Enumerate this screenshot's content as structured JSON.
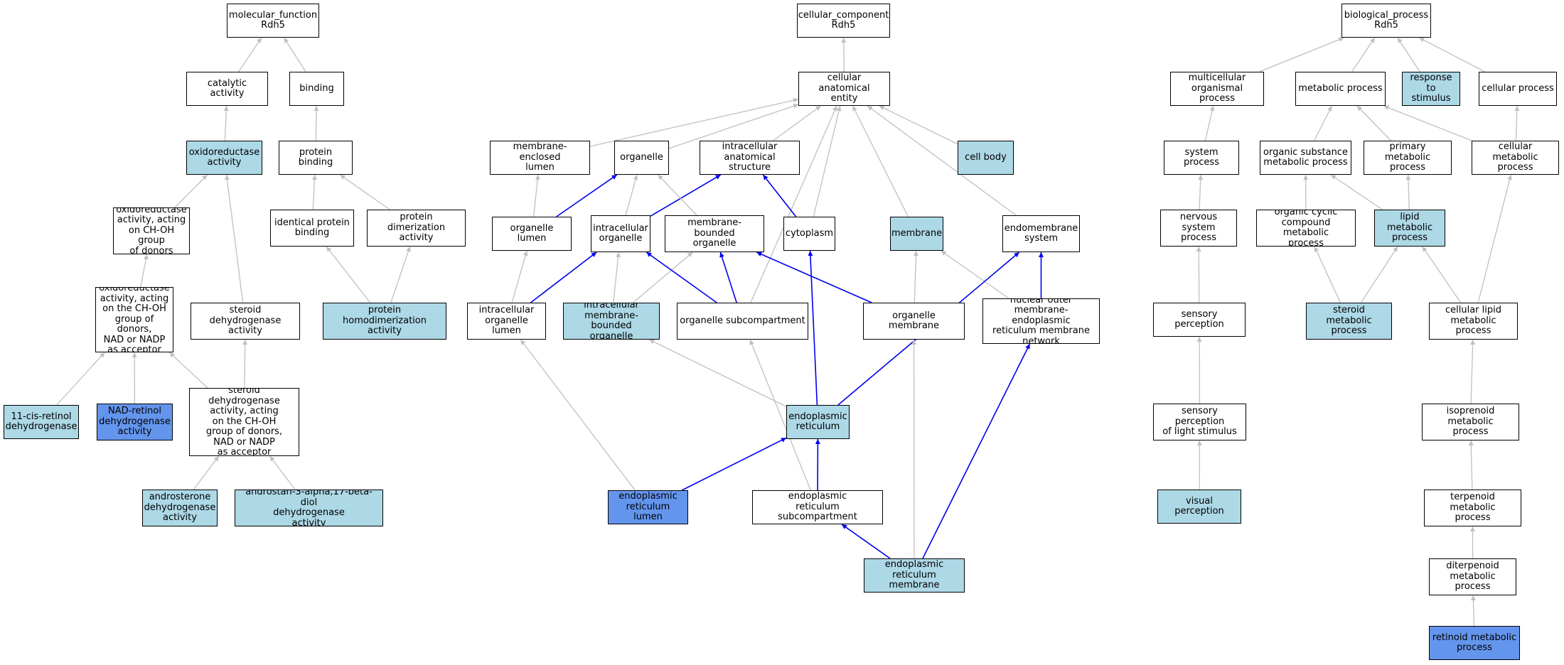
{
  "colors": {
    "node_default": "#ffffff",
    "node_light": "#add8e6",
    "node_dark": "#6495ed",
    "edge_is_a": "#c0c0c0",
    "edge_part_of": "#0000ee"
  },
  "nodes": {
    "mf_root": {
      "label": "molecular_function\nRdh5",
      "fill": "white"
    },
    "catalytic": {
      "label": "catalytic activity",
      "fill": "white"
    },
    "binding": {
      "label": "binding",
      "fill": "white"
    },
    "oxidoreductase": {
      "label": "oxidoreductase\nactivity",
      "fill": "light"
    },
    "protein_binding": {
      "label": "protein binding",
      "fill": "white"
    },
    "ox_chOH": {
      "label": "oxidoreductase\nactivity, acting\non CH-OH group\nof donors",
      "fill": "white"
    },
    "identical_pb": {
      "label": "identical protein\nbinding",
      "fill": "white"
    },
    "prot_dimer": {
      "label": "protein dimerization\nactivity",
      "fill": "white"
    },
    "ox_nad": {
      "label": "oxidoreductase\nactivity, acting\non the CH-OH\ngroup of donors,\nNAD or NADP\nas acceptor",
      "fill": "white"
    },
    "steroid_dh": {
      "label": "steroid dehydrogenase\nactivity",
      "fill": "white"
    },
    "prot_homodimer": {
      "label": "protein homodimerization\nactivity",
      "fill": "light"
    },
    "cis_retinol": {
      "label": "11-cis-retinol\ndehydrogenase",
      "fill": "light"
    },
    "nad_retinol": {
      "label": "NAD-retinol\ndehydrogenase\nactivity",
      "fill": "dark"
    },
    "steroid_dh_nad": {
      "label": "steroid dehydrogenase\nactivity, acting\non the CH-OH\ngroup of donors,\nNAD or NADP\nas acceptor",
      "fill": "white"
    },
    "androsterone": {
      "label": "androsterone\ndehydrogenase\nactivity",
      "fill": "light"
    },
    "androstan": {
      "label": "androstan-3-alpha,17-beta-diol\ndehydrogenase\nactivity",
      "fill": "light"
    },
    "cc_root": {
      "label": "cellular_component\nRdh5",
      "fill": "white"
    },
    "cae": {
      "label": "cellular anatomical\nentity",
      "fill": "white"
    },
    "mem_encl_lumen": {
      "label": "membrane-enclosed\nlumen",
      "fill": "white"
    },
    "organelle": {
      "label": "organelle",
      "fill": "white"
    },
    "ias": {
      "label": "intracellular\nanatomical structure",
      "fill": "white"
    },
    "cell_body": {
      "label": "cell body",
      "fill": "light"
    },
    "organelle_lumen": {
      "label": "organelle lumen",
      "fill": "white"
    },
    "ic_organelle": {
      "label": "intracellular\norganelle",
      "fill": "white"
    },
    "mb_organelle": {
      "label": "membrane-bounded\norganelle",
      "fill": "white"
    },
    "cytoplasm": {
      "label": "cytoplasm",
      "fill": "white"
    },
    "membrane": {
      "label": "membrane",
      "fill": "light"
    },
    "endomembrane": {
      "label": "endomembrane\nsystem",
      "fill": "white"
    },
    "ic_org_lumen": {
      "label": "intracellular\norganelle lumen",
      "fill": "white"
    },
    "ic_mb_org": {
      "label": "intracellular\nmembrane-bounded\norganelle",
      "fill": "light"
    },
    "org_subcomp": {
      "label": "organelle subcompartment",
      "fill": "white"
    },
    "org_membrane": {
      "label": "organelle membrane",
      "fill": "white"
    },
    "nuc_outer": {
      "label": "nuclear outer\nmembrane-endoplasmic\nreticulum membrane\nnetwork",
      "fill": "white"
    },
    "er": {
      "label": "endoplasmic\nreticulum",
      "fill": "light"
    },
    "er_lumen": {
      "label": "endoplasmic\nreticulum lumen",
      "fill": "dark"
    },
    "er_subcomp": {
      "label": "endoplasmic\nreticulum subcompartment",
      "fill": "white"
    },
    "er_membrane": {
      "label": "endoplasmic\nreticulum membrane",
      "fill": "light"
    },
    "bp_root": {
      "label": "biological_process\nRdh5",
      "fill": "white"
    },
    "multicell": {
      "label": "multicellular\norganismal process",
      "fill": "white"
    },
    "metabolic": {
      "label": "metabolic process",
      "fill": "white"
    },
    "response": {
      "label": "response to\nstimulus",
      "fill": "light"
    },
    "cellular_proc": {
      "label": "cellular process",
      "fill": "white"
    },
    "system_proc": {
      "label": "system process",
      "fill": "white"
    },
    "org_subst": {
      "label": "organic substance\nmetabolic process",
      "fill": "white"
    },
    "primary_met": {
      "label": "primary metabolic\nprocess",
      "fill": "white"
    },
    "cell_met": {
      "label": "cellular metabolic\nprocess",
      "fill": "white"
    },
    "nervous": {
      "label": "nervous system\nprocess",
      "fill": "white"
    },
    "org_cyclic": {
      "label": "organic cyclic\ncompound metabolic\nprocess",
      "fill": "white"
    },
    "lipid_met": {
      "label": "lipid metabolic\nprocess",
      "fill": "light"
    },
    "sensory": {
      "label": "sensory perception",
      "fill": "white"
    },
    "steroid_met": {
      "label": "steroid metabolic\nprocess",
      "fill": "light"
    },
    "cell_lipid": {
      "label": "cellular lipid\nmetabolic process",
      "fill": "white"
    },
    "sens_light": {
      "label": "sensory perception\nof light stimulus",
      "fill": "white"
    },
    "isoprenoid": {
      "label": "isoprenoid metabolic\nprocess",
      "fill": "white"
    },
    "visual": {
      "label": "visual perception",
      "fill": "light"
    },
    "terpenoid": {
      "label": "terpenoid metabolic\nprocess",
      "fill": "white"
    },
    "diterpenoid": {
      "label": "diterpenoid\nmetabolic process",
      "fill": "white"
    },
    "retinoid": {
      "label": "retinoid metabolic\nprocess",
      "fill": "dark"
    }
  },
  "edges": [
    [
      "catalytic",
      "mf_root",
      "is_a"
    ],
    [
      "binding",
      "mf_root",
      "is_a"
    ],
    [
      "oxidoreductase",
      "catalytic",
      "is_a"
    ],
    [
      "protein_binding",
      "binding",
      "is_a"
    ],
    [
      "ox_chOH",
      "oxidoreductase",
      "is_a"
    ],
    [
      "steroid_dh",
      "oxidoreductase",
      "is_a"
    ],
    [
      "identical_pb",
      "protein_binding",
      "is_a"
    ],
    [
      "prot_dimer",
      "protein_binding",
      "is_a"
    ],
    [
      "ox_nad",
      "ox_chOH",
      "is_a"
    ],
    [
      "prot_homodimer",
      "identical_pb",
      "is_a"
    ],
    [
      "prot_homodimer",
      "prot_dimer",
      "is_a"
    ],
    [
      "cis_retinol",
      "ox_nad",
      "is_a"
    ],
    [
      "nad_retinol",
      "ox_nad",
      "is_a"
    ],
    [
      "steroid_dh_nad",
      "ox_nad",
      "is_a"
    ],
    [
      "steroid_dh_nad",
      "steroid_dh",
      "is_a"
    ],
    [
      "androsterone",
      "steroid_dh_nad",
      "is_a"
    ],
    [
      "androstan",
      "steroid_dh_nad",
      "is_a"
    ],
    [
      "cae",
      "cc_root",
      "is_a"
    ],
    [
      "mem_encl_lumen",
      "cae",
      "is_a"
    ],
    [
      "organelle",
      "cae",
      "is_a"
    ],
    [
      "ias",
      "cae",
      "is_a"
    ],
    [
      "cell_body",
      "cae",
      "is_a"
    ],
    [
      "cytoplasm",
      "cae",
      "is_a"
    ],
    [
      "membrane",
      "cae",
      "is_a"
    ],
    [
      "endomembrane",
      "cae",
      "is_a"
    ],
    [
      "org_subcomp",
      "cae",
      "is_a"
    ],
    [
      "organelle_lumen",
      "mem_encl_lumen",
      "is_a"
    ],
    [
      "organelle_lumen",
      "organelle",
      "part_of"
    ],
    [
      "ic_organelle",
      "organelle",
      "is_a"
    ],
    [
      "ic_organelle",
      "ias",
      "part_of"
    ],
    [
      "mb_organelle",
      "organelle",
      "is_a"
    ],
    [
      "cytoplasm",
      "ias",
      "part_of"
    ],
    [
      "ic_org_lumen",
      "organelle_lumen",
      "is_a"
    ],
    [
      "ic_org_lumen",
      "ic_organelle",
      "part_of"
    ],
    [
      "ic_mb_org",
      "ic_organelle",
      "is_a"
    ],
    [
      "ic_mb_org",
      "mb_organelle",
      "is_a"
    ],
    [
      "org_subcomp",
      "ic_organelle",
      "part_of"
    ],
    [
      "org_subcomp",
      "mb_organelle",
      "part_of"
    ],
    [
      "org_membrane",
      "mb_organelle",
      "part_of"
    ],
    [
      "org_membrane",
      "membrane",
      "is_a"
    ],
    [
      "nuc_outer",
      "endomembrane",
      "part_of"
    ],
    [
      "nuc_outer",
      "membrane",
      "is_a"
    ],
    [
      "er",
      "ic_mb_org",
      "is_a"
    ],
    [
      "er",
      "cytoplasm",
      "part_of"
    ],
    [
      "er",
      "endomembrane",
      "part_of"
    ],
    [
      "er_lumen",
      "ic_org_lumen",
      "is_a"
    ],
    [
      "er_lumen",
      "er",
      "part_of"
    ],
    [
      "er_subcomp",
      "org_subcomp",
      "is_a"
    ],
    [
      "er_subcomp",
      "er",
      "part_of"
    ],
    [
      "er_membrane",
      "org_membrane",
      "is_a"
    ],
    [
      "er_membrane",
      "er_subcomp",
      "part_of"
    ],
    [
      "er_membrane",
      "nuc_outer",
      "part_of"
    ],
    [
      "multicell",
      "bp_root",
      "is_a"
    ],
    [
      "metabolic",
      "bp_root",
      "is_a"
    ],
    [
      "response",
      "bp_root",
      "is_a"
    ],
    [
      "cellular_proc",
      "bp_root",
      "is_a"
    ],
    [
      "system_proc",
      "multicell",
      "is_a"
    ],
    [
      "org_subst",
      "metabolic",
      "is_a"
    ],
    [
      "primary_met",
      "metabolic",
      "is_a"
    ],
    [
      "cell_met",
      "metabolic",
      "is_a"
    ],
    [
      "cell_met",
      "cellular_proc",
      "is_a"
    ],
    [
      "nervous",
      "system_proc",
      "is_a"
    ],
    [
      "org_cyclic",
      "org_subst",
      "is_a"
    ],
    [
      "lipid_met",
      "org_subst",
      "is_a"
    ],
    [
      "lipid_met",
      "primary_met",
      "is_a"
    ],
    [
      "sensory",
      "nervous",
      "is_a"
    ],
    [
      "steroid_met",
      "org_cyclic",
      "is_a"
    ],
    [
      "steroid_met",
      "lipid_met",
      "is_a"
    ],
    [
      "cell_lipid",
      "lipid_met",
      "is_a"
    ],
    [
      "cell_lipid",
      "cell_met",
      "is_a"
    ],
    [
      "sens_light",
      "sensory",
      "is_a"
    ],
    [
      "isoprenoid",
      "cell_lipid",
      "is_a"
    ],
    [
      "visual",
      "sens_light",
      "is_a"
    ],
    [
      "terpenoid",
      "isoprenoid",
      "is_a"
    ],
    [
      "diterpenoid",
      "terpenoid",
      "is_a"
    ],
    [
      "retinoid",
      "diterpenoid",
      "is_a"
    ]
  ]
}
